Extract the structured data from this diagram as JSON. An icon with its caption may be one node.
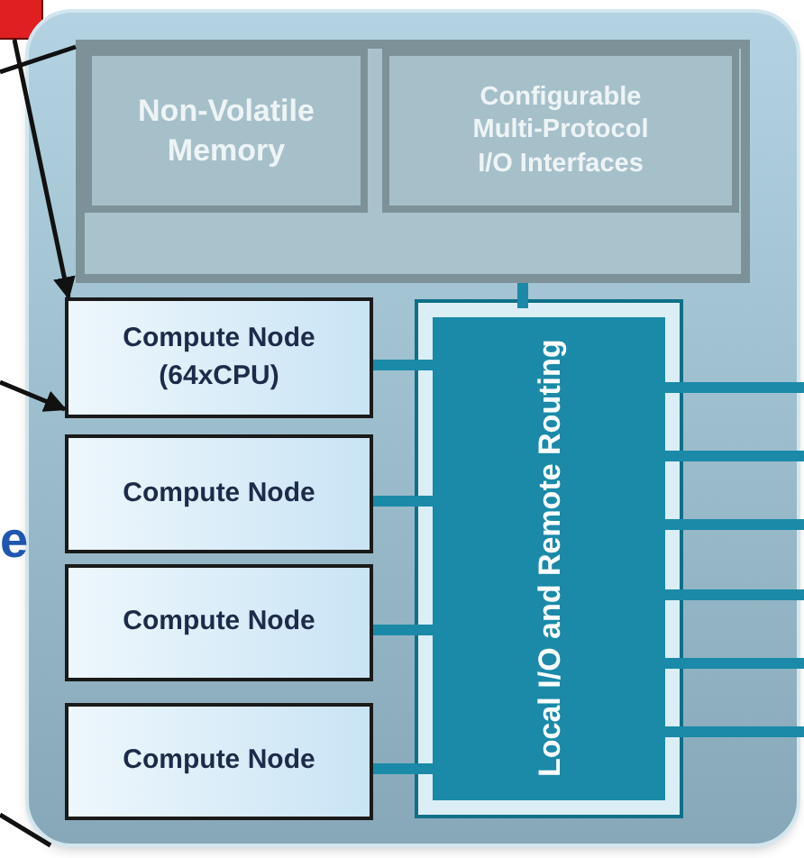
{
  "diagram": {
    "nodes": [
      {
        "text": [],
        "shape": "box"
      },
      {
        "text": [],
        "shape": "box"
      },
      {
        "text": [],
        "shape": "box",
        "in": 1
      },
      {
        "text": [
          "Non-Volatile Memory"
        ],
        "in": 2
      },
      {
        "text": [
          "Configurable Multi-Protocol I/O Interfaces"
        ],
        "in": 2
      },
      {
        "text": [
          "Compute Node (64xCPU)"
        ],
        "in": 1
      },
      {
        "text": [
          "Compute Node"
        ],
        "in": 1
      },
      {
        "text": [
          "Compute Node"
        ],
        "in": 1
      },
      {
        "text": [
          "Compute Node"
        ],
        "in": 1
      },
      {
        "text": [
          "Local I/O and Remote Routing"
        ],
        "in": 1
      }
    ],
    "edges": [
      {
        "from": 0,
        "to": 5,
        "arrow": "to",
        "color": "#111111"
      },
      {
        "from": null,
        "to": 2,
        "arrow": "none",
        "color": "#111111"
      },
      {
        "from": null,
        "to": 5,
        "arrow": "to",
        "color": "#111111"
      },
      {
        "from": null,
        "to": 1,
        "arrow": "none",
        "color": "#111111"
      },
      {
        "from": 2,
        "to": 9,
        "arrow": "none"
      },
      {
        "from": 5,
        "to": 9,
        "arrow": "none"
      },
      {
        "from": 6,
        "to": 9,
        "arrow": "none"
      },
      {
        "from": 7,
        "to": 9,
        "arrow": "none"
      },
      {
        "from": 8,
        "to": 9,
        "arrow": "none"
      },
      {
        "from": 9,
        "to": null,
        "arrow": "none"
      },
      {
        "from": 9,
        "to": null,
        "arrow": "none"
      },
      {
        "from": 9,
        "to": null,
        "arrow": "none"
      },
      {
        "from": 9,
        "to": null,
        "arrow": "none"
      },
      {
        "from": 9,
        "to": null,
        "arrow": "none"
      },
      {
        "from": 9,
        "to": null,
        "arrow": "none"
      }
    ],
    "labels": [
      "e"
    ]
  }
}
